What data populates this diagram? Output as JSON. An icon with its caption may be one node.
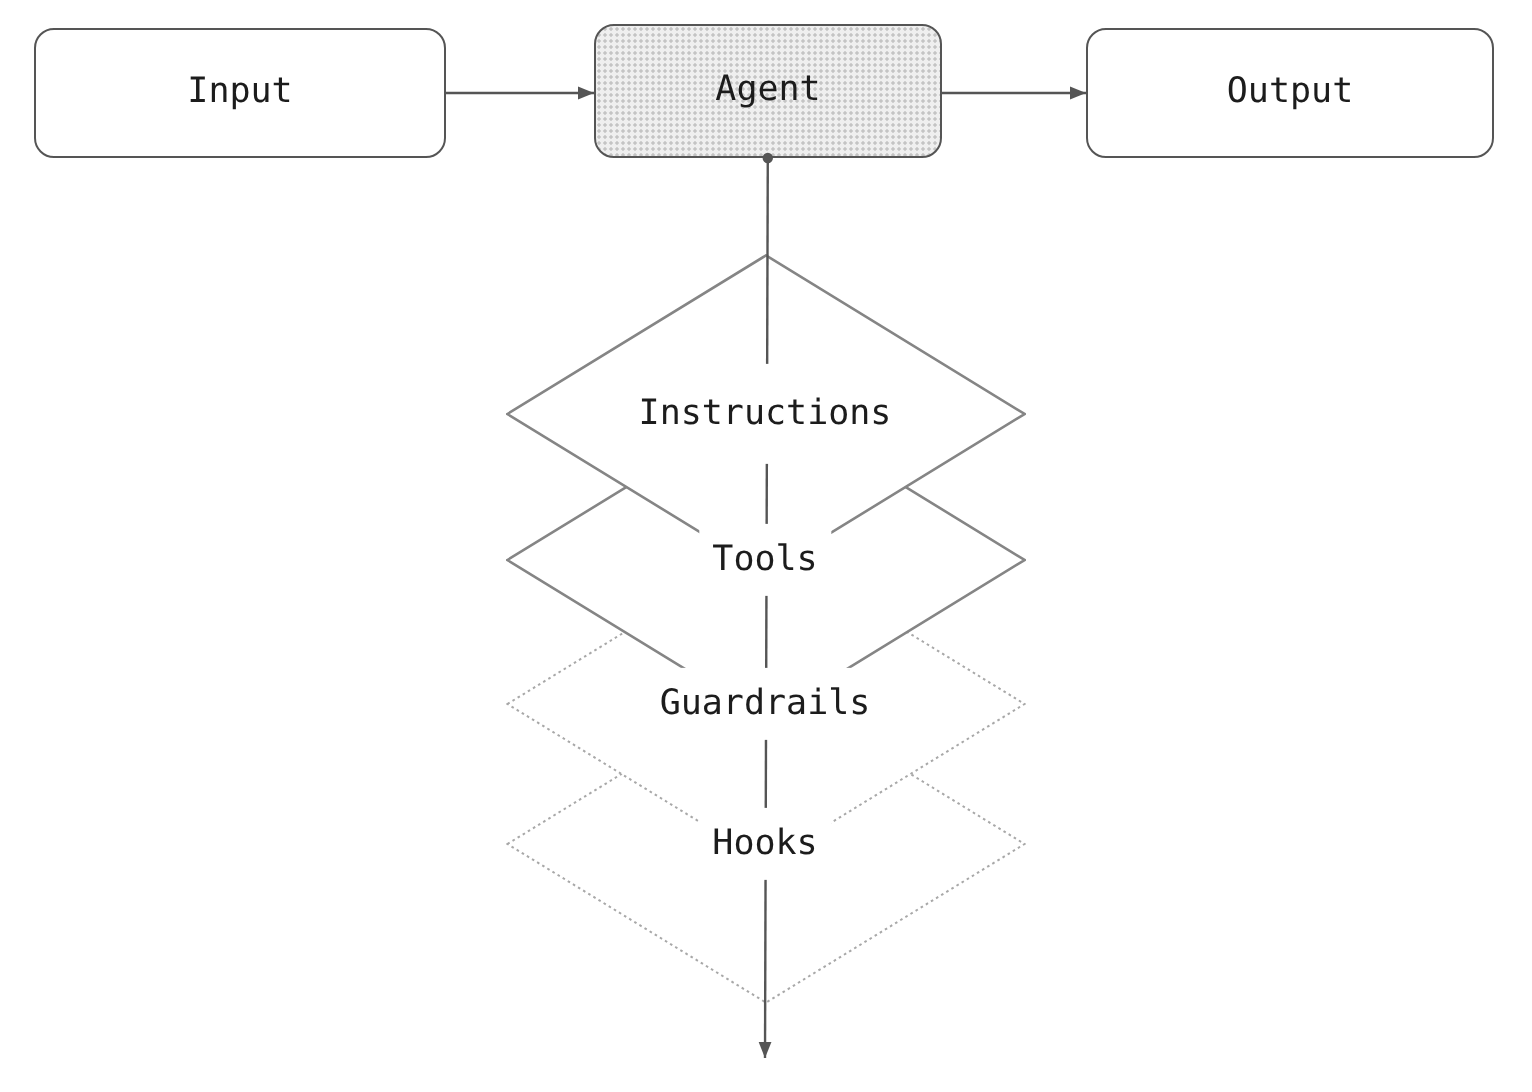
{
  "diagram": {
    "nodes": [
      {
        "text": [
          "Input"
        ]
      },
      {
        "text": [
          "Agent"
        ]
      },
      {
        "text": [
          "Output"
        ]
      },
      {
        "text": [
          "Instructions"
        ]
      },
      {
        "text": [
          "Tools"
        ]
      },
      {
        "text": [
          "Guardrails"
        ]
      },
      {
        "text": [
          "Hooks"
        ]
      }
    ],
    "edges": [
      {
        "from": 0,
        "to": 1,
        "arrow": "to"
      },
      {
        "from": 1,
        "to": 2,
        "arrow": "to"
      },
      {
        "from": 1,
        "to": null,
        "arrow": "to"
      }
    ]
  }
}
